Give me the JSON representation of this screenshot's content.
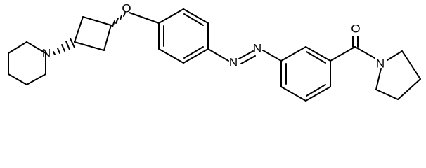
{
  "molecule": {
    "atom_labels": {
      "piperidine_n": "N",
      "ether_o": "O",
      "azo_n1": "N",
      "azo_n2": "N",
      "carbonyl_o": "O",
      "pyrrolidine_n": "N"
    }
  },
  "style": {
    "ink_color": "#000000",
    "background_color": "#ffffff"
  }
}
